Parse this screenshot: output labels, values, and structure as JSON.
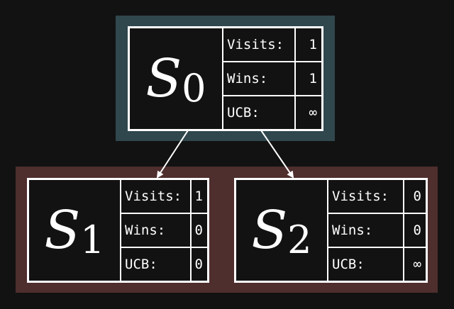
{
  "colors": {
    "background": "#121212",
    "root_cluster": "#2f474d",
    "child_cluster": "#4f2e2e"
  },
  "nodes": [
    {
      "symbol": "S",
      "subscript": "0",
      "rows": [
        {
          "key": "Visits:",
          "value": "1"
        },
        {
          "key": "Wins:",
          "value": "1"
        },
        {
          "key": "UCB:",
          "value": "∞"
        }
      ]
    },
    {
      "symbol": "S",
      "subscript": "1",
      "rows": [
        {
          "key": "Visits:",
          "value": "1"
        },
        {
          "key": "Wins:",
          "value": "0"
        },
        {
          "key": "UCB:",
          "value": "0"
        }
      ]
    },
    {
      "symbol": "S",
      "subscript": "2",
      "rows": [
        {
          "key": "Visits:",
          "value": "0"
        },
        {
          "key": "Wins:",
          "value": "0"
        },
        {
          "key": "UCB:",
          "value": "∞"
        }
      ]
    }
  ],
  "edges": [
    {
      "from": "S0",
      "to": "S1"
    },
    {
      "from": "S0",
      "to": "S2"
    }
  ]
}
